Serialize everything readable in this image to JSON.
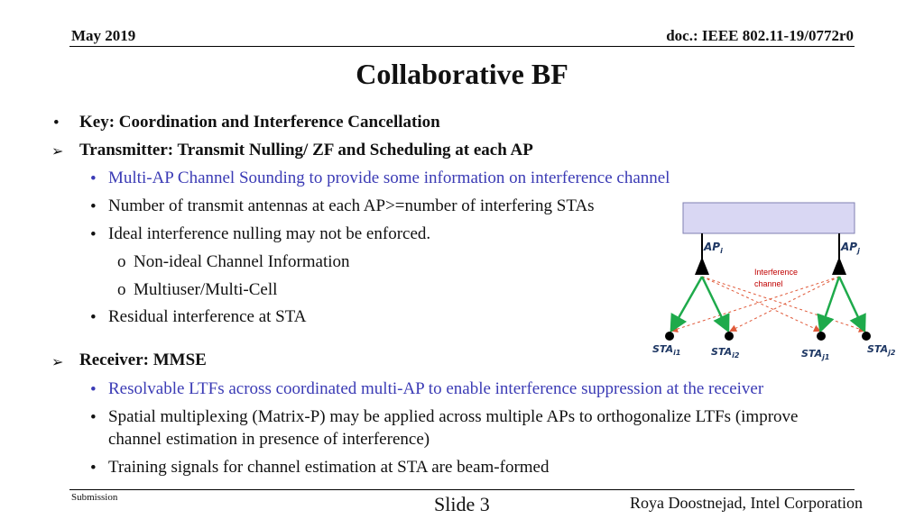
{
  "header": {
    "date": "May 2019",
    "doc": "doc.: IEEE 802.11-19/0772r0"
  },
  "title": "Collaborative BF",
  "body": {
    "key": "Key: Coordination and Interference Cancellation",
    "tx_heading": "Transmitter: Transmit Nulling/ ZF and Scheduling at each AP",
    "tx_items": [
      "Multi-AP Channel Sounding to provide some information on interference channel",
      "Number of transmit antennas at each AP>=number of interfering STAs",
      "Ideal interference nulling may not be enforced."
    ],
    "tx_subitems": [
      "Non-ideal Channel Information",
      "Multiuser/Multi-Cell"
    ],
    "tx_last": "Residual interference at STA",
    "rx_heading": "Receiver: MMSE",
    "rx_items": [
      "Resolvable LTFs across coordinated multi-AP to enable interference suppression at the receiver",
      "Spatial multiplexing (Matrix-P) may be applied across multiple APs to orthogonalize LTFs (improve",
      "channel estimation in presence of interference)",
      "Training signals for channel estimation at STA are beam-formed"
    ]
  },
  "diagram": {
    "ap_i": "AP",
    "ap_i_sub": "i",
    "ap_j": "AP",
    "ap_j_sub": "j",
    "interference_label_1": "Interference",
    "interference_label_2": "channel",
    "sta_i1": "STA",
    "sta_i1_sub": "i1",
    "sta_i2": "STA",
    "sta_i2_sub": "i2",
    "sta_j1": "STA",
    "sta_j1_sub": "j1",
    "sta_j2": "STA",
    "sta_j2_sub": "j2",
    "colors": {
      "box": "#d9d7f3",
      "link": "#1eaa4b",
      "interference": "#e05a3a"
    }
  },
  "footer": {
    "submission": "Submission",
    "slide": "Slide 3",
    "author": "Roya Doostnejad, Intel Corporation"
  }
}
